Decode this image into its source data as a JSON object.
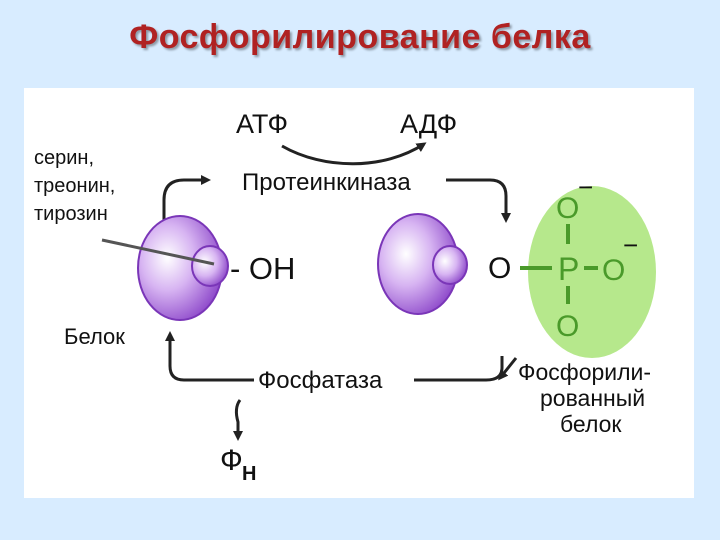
{
  "title": "Фосфорилирование белка",
  "labels": {
    "atp": "АТФ",
    "adp": "АДФ",
    "kinase": "Протеинкиназа",
    "phosphatase": "Фосфатаза",
    "amino_acids": [
      "серин,",
      "треонин,",
      "тирозин"
    ],
    "protein": "Белок",
    "oh_group": "- OH",
    "o_link": "O",
    "phosphorus": "P",
    "oxygen_top": "O",
    "oxygen_right": "O",
    "oxygen_bottom": "O",
    "charge_top": "−",
    "charge_right": "−",
    "phosphorylated": [
      "Фосфорили-",
      "рованный",
      "белок"
    ],
    "pi_main": "Ф",
    "pi_sub": "Н"
  },
  "colors": {
    "title": "#b02222",
    "background": "#d8ecff",
    "protein": "#9b59d6",
    "phosphate_ellipse": "#b6e88c",
    "phosphate_text": "#4a9a2a",
    "arrows": "#222222"
  }
}
